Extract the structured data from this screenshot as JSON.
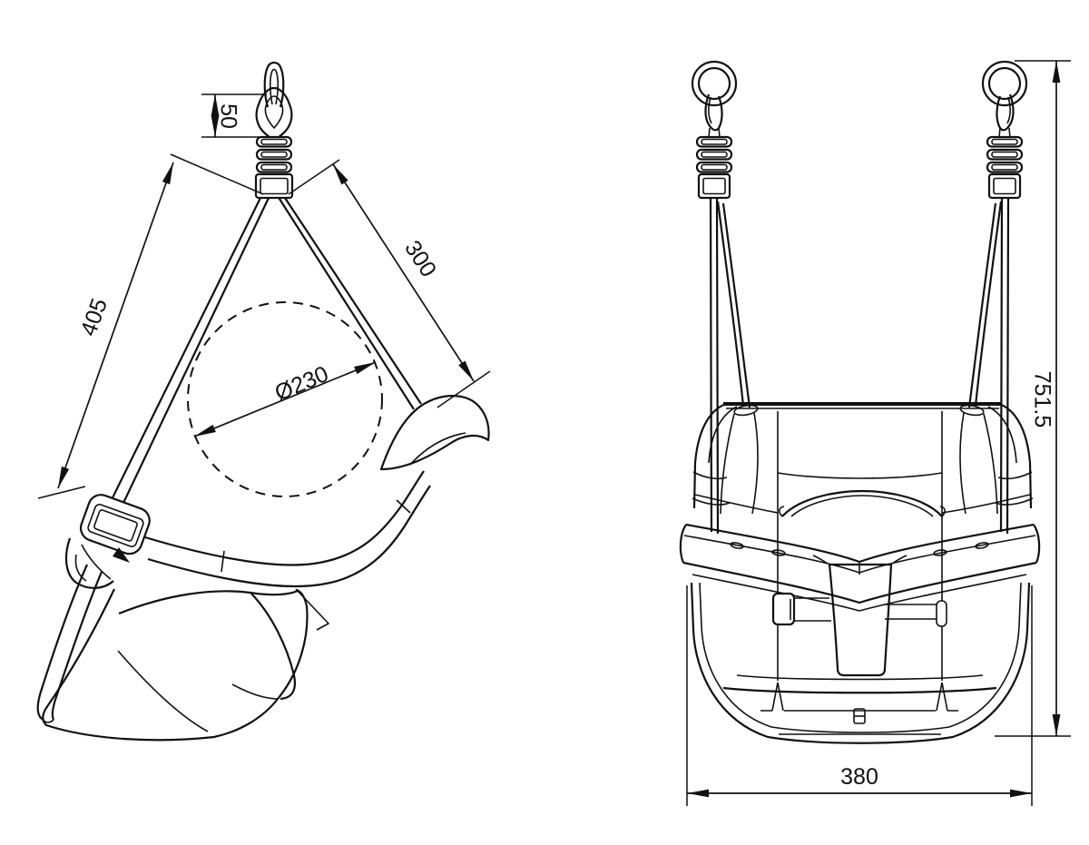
{
  "colors": {
    "background": "#ffffff",
    "line": "#111111"
  },
  "side_view": {
    "dims": {
      "hook_height": "50",
      "rear_rope_length": "405",
      "front_rope_length": "300",
      "opening_diameter": "Ø230"
    }
  },
  "front_view": {
    "dims": {
      "overall_height": "751.5",
      "seat_width": "380"
    }
  }
}
